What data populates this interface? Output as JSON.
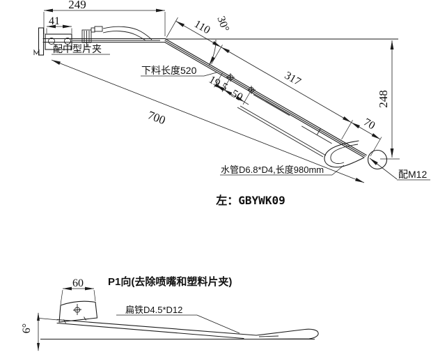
{
  "drawing": {
    "main_title": "左：GBYWK09",
    "top": {
      "dim249": "249",
      "dim41": "41",
      "dim110": "110",
      "angle30": "30°",
      "dim317": "317",
      "dim248": "248",
      "dim70": "70",
      "dim700": "700",
      "dim19_5": "19.5",
      "dim50": "50",
      "label_clip": "配中型片夹",
      "label_blank_length": "下料长度520",
      "label_water_pipe": "水管D6.8*D4,长度980mm",
      "label_m12": "配M12"
    },
    "p1": {
      "title": "P1向(去除喷嘴和塑料片夹)",
      "dim60": "60",
      "angle6": "6°",
      "label_flat_iron": "扁铁D4.5*D12"
    }
  }
}
